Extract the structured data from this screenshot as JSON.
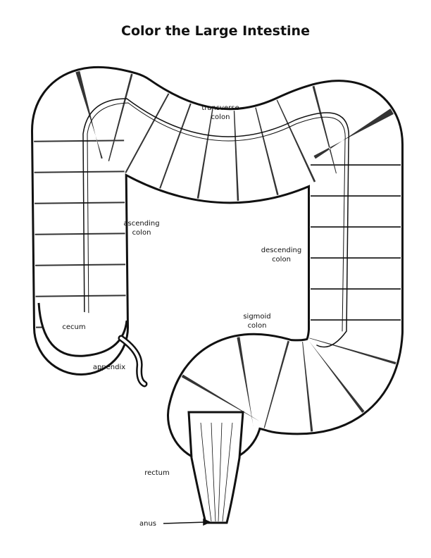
{
  "title": "Color the Large Intestine",
  "labels": {
    "transverse": [
      "transverse",
      "colon"
    ],
    "ascending": [
      "ascending",
      "colon"
    ],
    "descending": [
      "descending",
      "colon"
    ],
    "sigmoid": [
      "sigmoid",
      "colon"
    ],
    "cecum": "cecum",
    "appendix": "appendix",
    "rectum": "rectum",
    "anus": "anus"
  },
  "colors": {
    "line": "#111111",
    "fill": "#ffffff"
  }
}
